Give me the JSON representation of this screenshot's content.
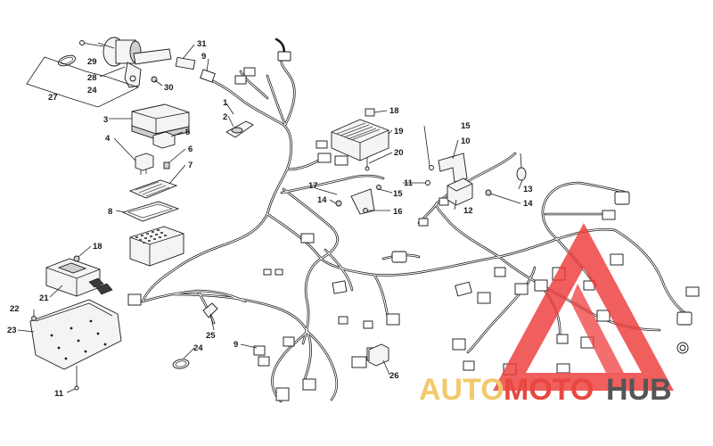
{
  "callouts": {
    "c1": "1",
    "c2": "2",
    "c3": "3",
    "c4": "4",
    "c5": "5",
    "c6": "6",
    "c7": "7",
    "c8": "8",
    "c9a": "9",
    "c9b": "9",
    "c10": "10",
    "c11a": "11",
    "c11b": "11",
    "c11c": "11",
    "c12": "12",
    "c13": "13",
    "c14a": "14",
    "c14b": "14",
    "c15a": "15",
    "c15b": "15",
    "c16": "16",
    "c17": "17",
    "c18a": "18",
    "c18b": "18",
    "c19": "19",
    "c20": "20",
    "c21": "21",
    "c22": "22",
    "c23": "23",
    "c24a": "24",
    "c24b": "24",
    "c25": "25",
    "c26": "26",
    "c27": "27",
    "c28": "28",
    "c29": "29",
    "c30": "30",
    "c31": "31"
  },
  "watermark": {
    "part1": "AUTO",
    "part2": "MOTO",
    "part3": "HUB",
    "color_auto": "#f2c96b",
    "color_moto": "#e8473f",
    "color_hub": "#555555",
    "triangle_color": "#ee3b3b"
  }
}
